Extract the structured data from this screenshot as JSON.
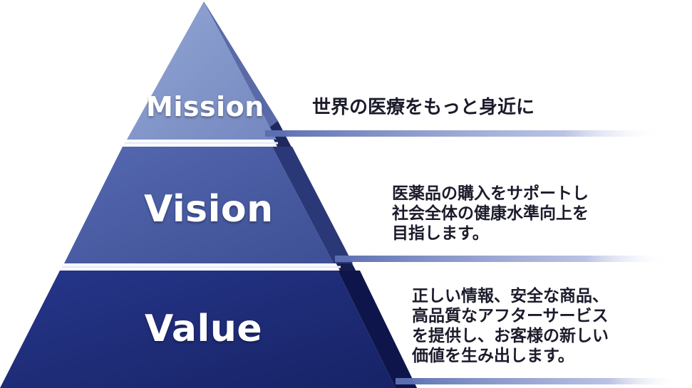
{
  "tiers": {
    "mission": {
      "label": "Mission",
      "text": "世界の医療をもっと身近に",
      "color": "#7f95c7"
    },
    "vision": {
      "label": "Vision",
      "text": "医薬品の購入をサポートし\n社会全体の健康水準向上を\n目指します。",
      "color": "#4a5fa6"
    },
    "value": {
      "label": "Value",
      "text": "正しい情報、安全な商品、\n高品質なアフターサービス\nを提供し、お客様の新しい\n価値を生み出します。",
      "color": "#1f2e78"
    }
  }
}
